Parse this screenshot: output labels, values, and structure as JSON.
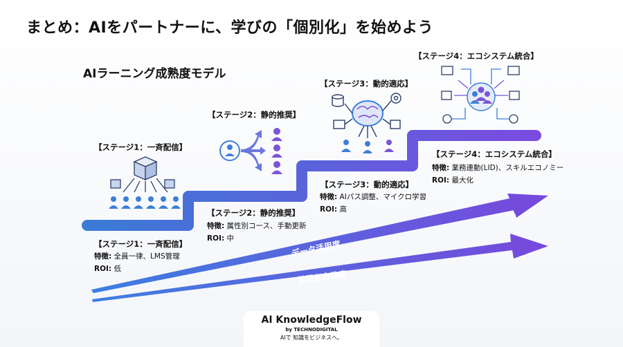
{
  "title": "まとめ：AIをパートナーに、学びの「個別化」を始めよう",
  "model_title": "AIラーニング成熟度モデル",
  "stages": [
    {
      "label": "【ステージ1：一斉配信】",
      "feature_label": "特徴:",
      "feature": "全員一律、LMS管理",
      "roi_label": "ROI:",
      "roi": "低",
      "icon": "box-distribution-icon"
    },
    {
      "label": "【ステージ2：静的推奨】",
      "feature_label": "特徴:",
      "feature": "属性別コース、手動更新",
      "roi_label": "ROI:",
      "roi": "中",
      "icon": "branching-users-icon"
    },
    {
      "label": "【ステージ3：動的適応】",
      "feature_label": "特徴:",
      "feature": "AIパス調整、マイクロ学習",
      "roi_label": "ROI:",
      "roi": "高",
      "icon": "ai-brain-icon"
    },
    {
      "label": "【ステージ4：エコシステム統合】",
      "feature_label": "特徴:",
      "feature": "業務連動(LID)、スキルエコノミー",
      "roi_label": "ROI:",
      "roi": "最大化",
      "icon": "ecosystem-network-icon"
    }
  ],
  "arrows": {
    "data_utilization": "データ活用度",
    "learner_autonomy": "学習者自律度"
  },
  "brand": {
    "name": "AI KnowledgeFlow",
    "by": "by TECHNODIGITAL",
    "tagline": "AIで 知識をビジネスへ。"
  },
  "colors": {
    "stair_start": "#3a7bd5",
    "stair_end": "#7b4be0",
    "icon_blue": "#3c7fd8",
    "icon_purple": "#7a55d6"
  }
}
